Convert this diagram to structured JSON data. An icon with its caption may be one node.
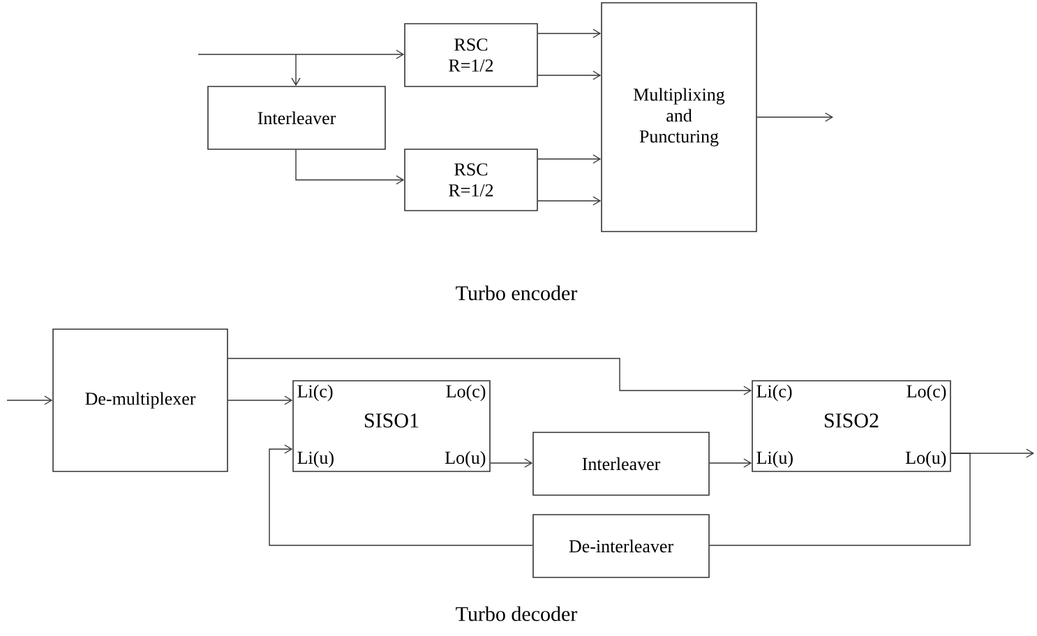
{
  "diagram": {
    "nodes": [
      {
        "text": [
          "RSC R=1/2"
        ]
      },
      {
        "text": [
          "Interleaver"
        ]
      },
      {
        "text": [
          "RSC R=1/2"
        ]
      },
      {
        "text": [
          "Multiplixing and Puncturing"
        ]
      },
      {
        "text": [
          "De-multiplexer"
        ]
      },
      {
        "text": [
          "Li(c)",
          "Lo(c)",
          "SISO1",
          "Li(u)",
          "Lo(u)"
        ]
      },
      {
        "text": [
          "Interleaver"
        ]
      },
      {
        "text": [
          "Li(c)",
          "Lo(c)",
          "SISO2",
          "Li(u)",
          "Lo(u)"
        ]
      },
      {
        "text": [
          "De-interleaver"
        ]
      }
    ],
    "edges": [
      {
        "from": null,
        "to": 0,
        "arrow": "to"
      },
      {
        "from": null,
        "to": 1,
        "arrow": "to"
      },
      {
        "from": 1,
        "to": 2,
        "arrow": "to"
      },
      {
        "from": 0,
        "to": 3,
        "arrow": "to"
      },
      {
        "from": 0,
        "to": 3,
        "arrow": "to"
      },
      {
        "from": 2,
        "to": 3,
        "arrow": "to"
      },
      {
        "from": 2,
        "to": 3,
        "arrow": "to"
      },
      {
        "from": 3,
        "to": null,
        "arrow": "to"
      },
      {
        "from": null,
        "to": 4,
        "arrow": "to"
      },
      {
        "from": 4,
        "to": 5,
        "arrow": "to"
      },
      {
        "from": 4,
        "to": 7,
        "arrow": "to"
      },
      {
        "from": 5,
        "to": 6,
        "arrow": "to"
      },
      {
        "from": 6,
        "to": 7,
        "arrow": "to"
      },
      {
        "from": 7,
        "to": 8,
        "arrow": "none"
      },
      {
        "from": 8,
        "to": 5,
        "arrow": "to"
      },
      {
        "from": 7,
        "to": null,
        "arrow": "to"
      }
    ],
    "labels": [
      "Turbo encoder",
      "Turbo decoder"
    ]
  }
}
